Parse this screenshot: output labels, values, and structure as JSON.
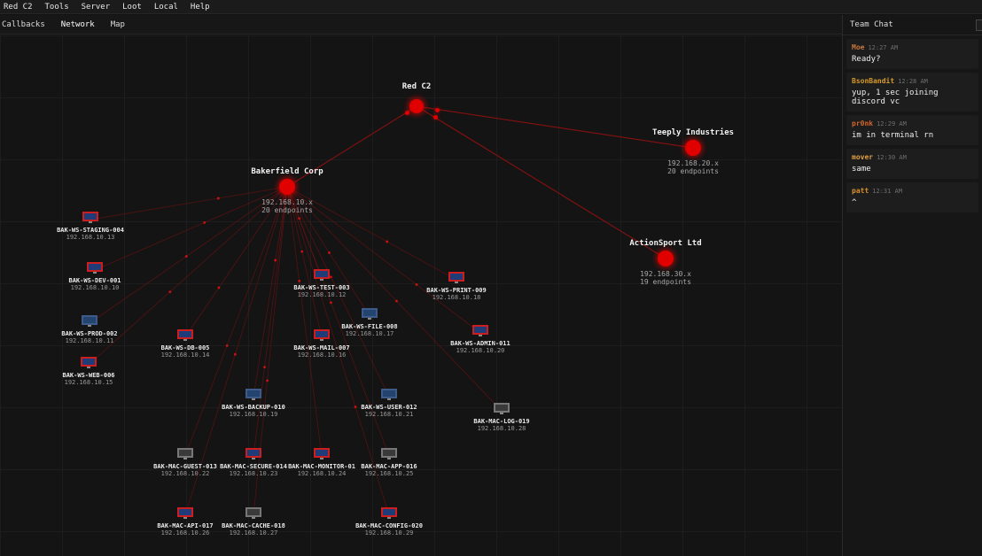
{
  "menu": [
    "Red C2",
    "Tools",
    "Server",
    "Loot",
    "Local",
    "Help"
  ],
  "tabs": [
    {
      "label": "Callbacks",
      "active": false
    },
    {
      "label": "Network",
      "active": true
    },
    {
      "label": "Map",
      "active": false
    }
  ],
  "colors": {
    "accent": "#e00000",
    "link": "#8a1111"
  },
  "network": {
    "hubs": [
      {
        "id": "c2",
        "name": "Red C2",
        "subnet": "",
        "endpoints": ""
      },
      {
        "id": "bak",
        "name": "Bakerfield Corp",
        "subnet": "192.168.10.x",
        "endpoints": "20 endpoints"
      },
      {
        "id": "tee",
        "name": "Teeply Industries",
        "subnet": "192.168.20.x",
        "endpoints": "20 endpoints"
      },
      {
        "id": "act",
        "name": "ActionSport Ltd",
        "subnet": "192.168.30.x",
        "endpoints": "19 endpoints"
      }
    ],
    "endpoints": [
      {
        "name": "BAK-WS-STAGING-004",
        "ip": "192.168.10.13",
        "os": "win"
      },
      {
        "name": "BAK-WS-DEV-001",
        "ip": "192.168.10.10",
        "os": "win"
      },
      {
        "name": "BAK-WS-PROD-002",
        "ip": "192.168.10.11",
        "os": "win-plain"
      },
      {
        "name": "BAK-WS-WEB-006",
        "ip": "192.168.10.15",
        "os": "win"
      },
      {
        "name": "BAK-WS-DB-005",
        "ip": "192.168.10.14",
        "os": "win"
      },
      {
        "name": "BAK-WS-TEST-003",
        "ip": "192.168.10.12",
        "os": "win"
      },
      {
        "name": "BAK-WS-MAIL-007",
        "ip": "192.168.10.16",
        "os": "win"
      },
      {
        "name": "BAK-WS-FILE-008",
        "ip": "192.168.10.17",
        "os": "win-plain"
      },
      {
        "name": "BAK-WS-PRINT-009",
        "ip": "192.168.10.18",
        "os": "win"
      },
      {
        "name": "BAK-WS-ADMIN-011",
        "ip": "192.168.10.20",
        "os": "win"
      },
      {
        "name": "BAK-WS-BACKUP-010",
        "ip": "192.168.10.19",
        "os": "win-plain"
      },
      {
        "name": "BAK-WS-USER-012",
        "ip": "192.168.10.21",
        "os": "win-plain"
      },
      {
        "name": "BAK-MAC-LOG-019",
        "ip": "192.168.10.28",
        "os": "mac"
      },
      {
        "name": "BAK-MAC-GUEST-013",
        "ip": "192.168.10.22",
        "os": "mac"
      },
      {
        "name": "BAK-MAC-SECURE-014",
        "ip": "192.168.10.23",
        "os": "win"
      },
      {
        "name": "BAK-MAC-MONITOR-01",
        "ip": "192.168.10.24",
        "os": "win"
      },
      {
        "name": "BAK-MAC-APP-016",
        "ip": "192.168.10.25",
        "os": "mac"
      },
      {
        "name": "BAK-MAC-API-017",
        "ip": "192.168.10.26",
        "os": "win"
      },
      {
        "name": "BAK-MAC-CACHE-018",
        "ip": "192.168.10.27",
        "os": "mac"
      },
      {
        "name": "BAK-MAC-CONFIG-020",
        "ip": "192.168.10.29",
        "os": "win"
      }
    ]
  },
  "chat": {
    "title": "Team Chat",
    "messages": [
      {
        "user": "Moe",
        "time": "12:27 AM",
        "text": "Ready?",
        "color": "#c8783a"
      },
      {
        "user": "BsonBandit",
        "time": "12:28 AM",
        "text": "yup, 1 sec joining discord vc",
        "color": "#d89a2a"
      },
      {
        "user": "pr0nk",
        "time": "12:29 AM",
        "text": "im in terminal rn",
        "color": "#d2642a"
      },
      {
        "user": "mover",
        "time": "12:30 AM",
        "text": "same",
        "color": "#e0a040"
      },
      {
        "user": "patt",
        "time": "12:31 AM",
        "text": "^",
        "color": "#d8902e"
      }
    ]
  }
}
